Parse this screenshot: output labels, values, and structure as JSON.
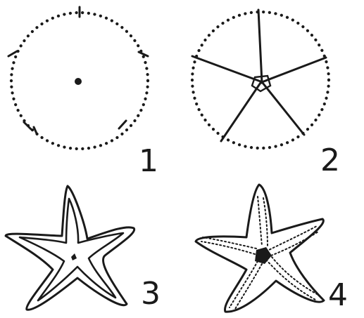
{
  "figure": {
    "panels": [
      {
        "number": "1"
      },
      {
        "number": "2"
      },
      {
        "number": "3"
      },
      {
        "number": "4"
      }
    ],
    "colors": {
      "ink": "#1a1a1a",
      "background": "#ffffff"
    }
  }
}
